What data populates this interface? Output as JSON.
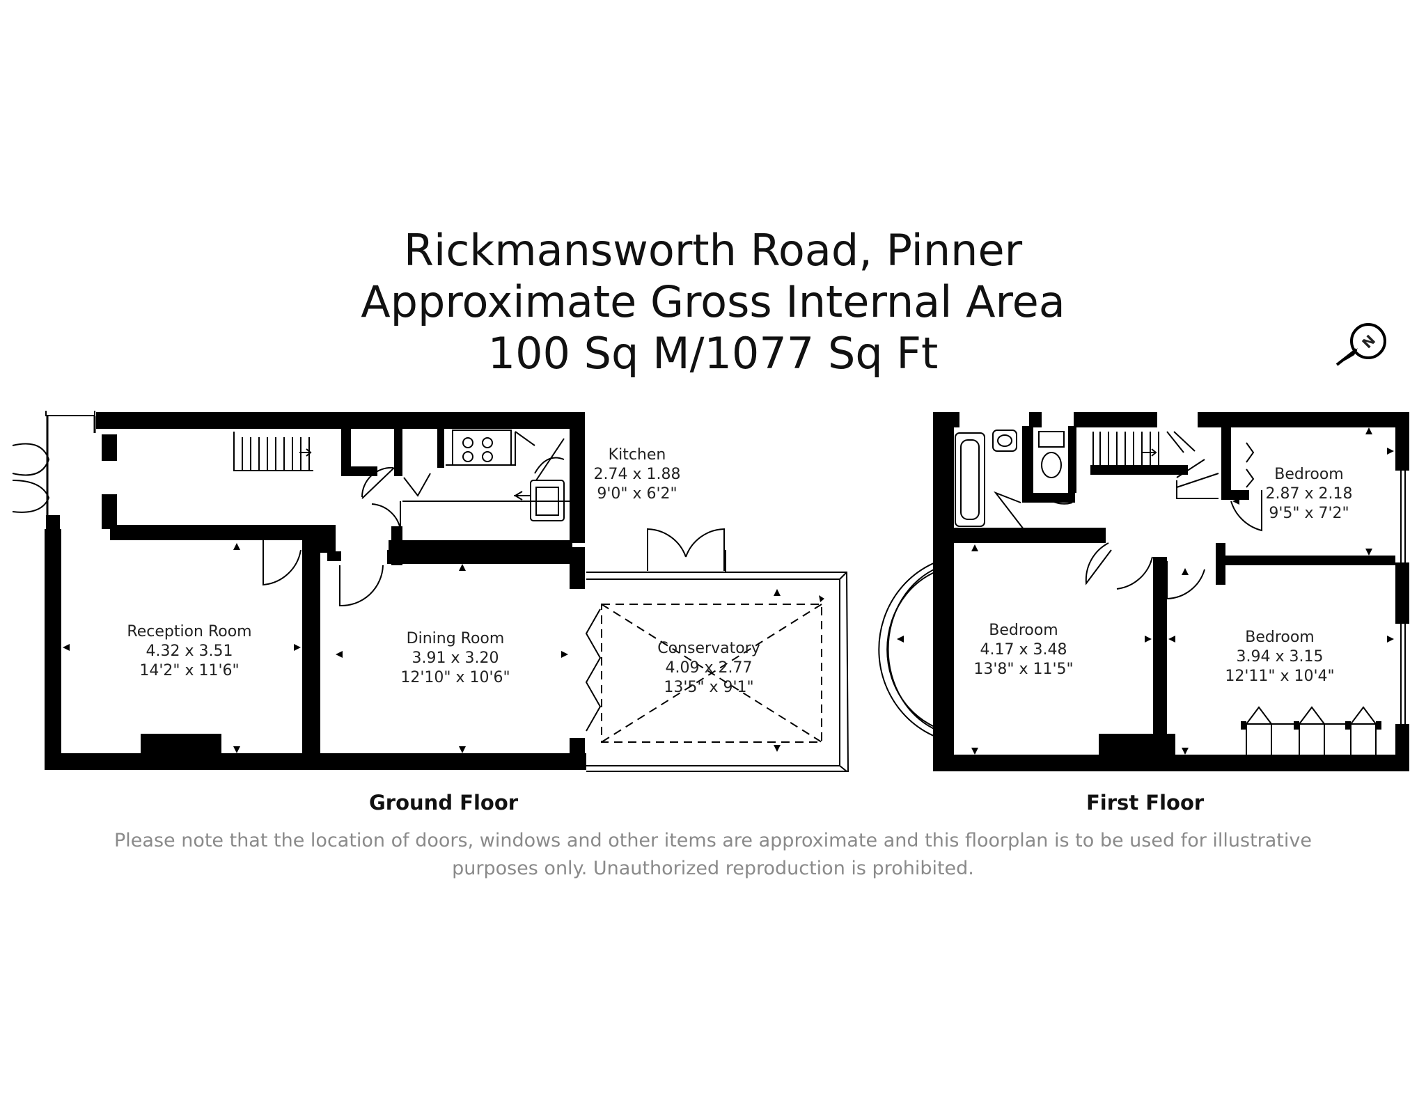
{
  "header": {
    "address": "Rickmansworth Road, Pinner",
    "area_title": "Approximate Gross Internal Area",
    "area_value": "100 Sq M/1077 Sq Ft"
  },
  "compass": {
    "label": "N",
    "icon": "compass-north-arrow-icon"
  },
  "floors": [
    {
      "id": "ground",
      "label": "Ground Floor"
    },
    {
      "id": "first",
      "label": "First Floor"
    }
  ],
  "rooms": {
    "kitchen": {
      "name": "Kitchen",
      "metric": "2.74 x 1.88",
      "imperial": "9'0\" x 6'2\""
    },
    "reception": {
      "name": "Reception Room",
      "metric": "4.32 x 3.51",
      "imperial": "14'2\" x 11'6\""
    },
    "dining": {
      "name": "Dining Room",
      "metric": "3.91 x 3.20",
      "imperial": "12'10\" x 10'6\""
    },
    "conservatory": {
      "name": "Conservatory",
      "metric": "4.09 x 2.77",
      "imperial": "13'5\" x 9'1\""
    },
    "bedroom_small": {
      "name": "Bedroom",
      "metric": "2.87 x 2.18",
      "imperial": "9'5\" x 7'2\""
    },
    "bedroom_bay": {
      "name": "Bedroom",
      "metric": "4.17 x 3.48",
      "imperial": "13'8\" x 11'5\""
    },
    "bedroom_rear": {
      "name": "Bedroom",
      "metric": "3.94 x 3.15",
      "imperial": "12'11\" x 10'4\""
    }
  },
  "disclaimer": {
    "line1": "Please note that the location of doors, windows and other items are approximate and this floorplan is to be used for illustrative",
    "line2": "purposes only. Unauthorized reproduction is prohibited."
  },
  "colors": {
    "wall": "#000000",
    "text": "#111111",
    "disclaimer": "#8a8a8a"
  }
}
